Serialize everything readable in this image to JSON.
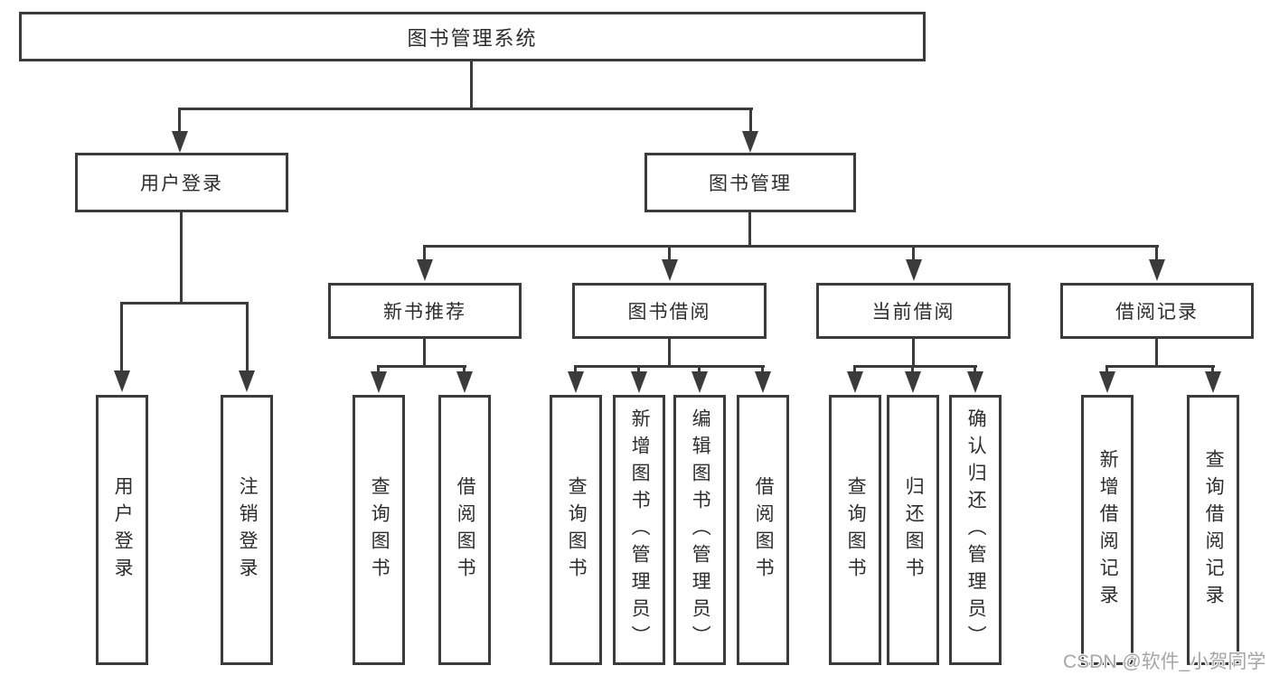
{
  "nodes": {
    "root": "图书管理系统",
    "user_login": "用户登录",
    "book_management": "图书管理",
    "new_book_recommend": "新书推荐",
    "book_borrowing": "图书借阅",
    "current_borrowing": "当前借阅",
    "borrowing_records": "借阅记录",
    "leaf_user_login": "用户登录",
    "leaf_logout": "注销登录",
    "leaf_nb_query_books": "查询图书",
    "leaf_nb_borrow_books": "借阅图书",
    "leaf_bb_query_books": "查询图书",
    "leaf_bb_add_books_admin": "新增图书（管理员）",
    "leaf_bb_edit_books_admin": "编辑图书（管理员）",
    "leaf_bb_borrow_books": "借阅图书",
    "leaf_cb_query_books": "查询图书",
    "leaf_cb_return_books": "归还图书",
    "leaf_cb_confirm_return_admin": "确认归还（管理员）",
    "leaf_br_add_record": "新增借阅记录",
    "leaf_br_query_record": "查询借阅记录"
  },
  "hierarchy": {
    "图书管理系统": {
      "用户登录": [
        "用户登录",
        "注销登录"
      ],
      "图书管理": {
        "新书推荐": [
          "查询图书",
          "借阅图书"
        ],
        "图书借阅": [
          "查询图书",
          "新增图书（管理员）",
          "编辑图书（管理员）",
          "借阅图书"
        ],
        "当前借阅": [
          "查询图书",
          "归还图书",
          "确认归还（管理员）"
        ],
        "借阅记录": [
          "新增借阅记录",
          "查询借阅记录"
        ]
      }
    }
  },
  "watermark": "CSDN @软件_小贺同学",
  "colors": {
    "line": "#3b3b3b",
    "border": "#3b3b3b",
    "text": "#2d2d2d",
    "watermark": "#a6a6a6",
    "background": "#ffffff"
  }
}
